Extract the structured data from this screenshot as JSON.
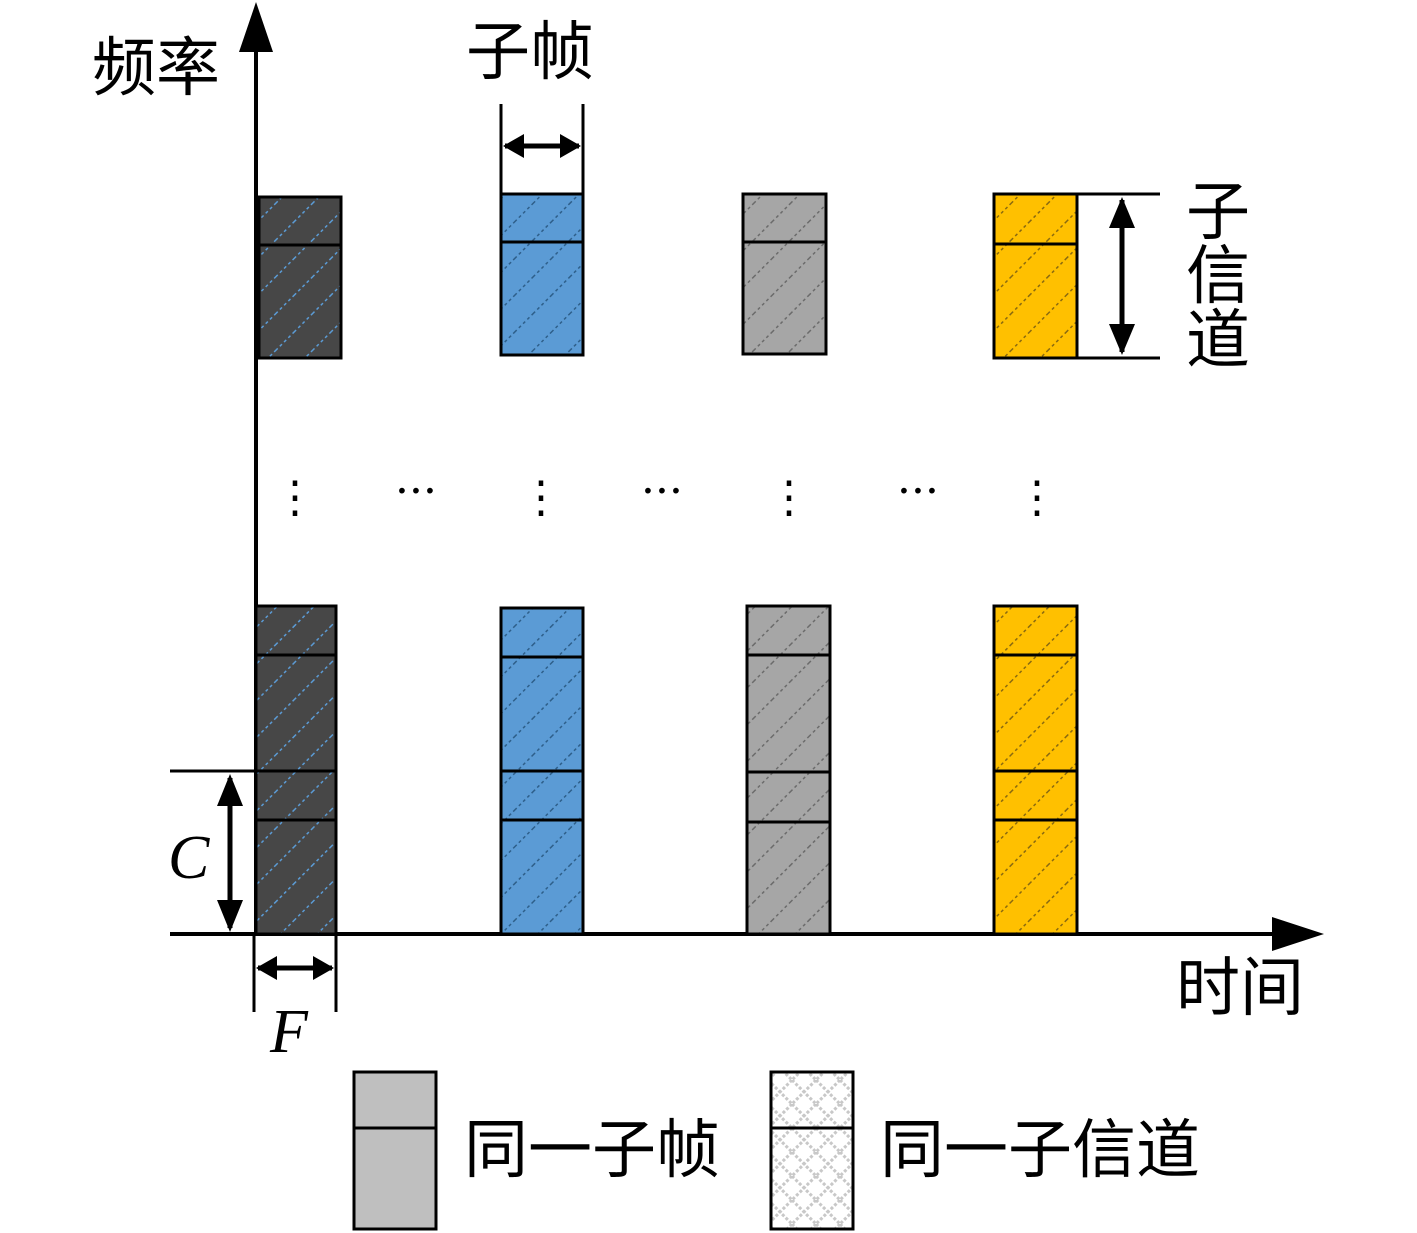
{
  "axes": {
    "y_label": "频率",
    "x_label": "时间"
  },
  "annotations": {
    "subframe_label": "子帧",
    "subchannel_label_chars": [
      "子",
      "信",
      "道"
    ],
    "c_label": "C",
    "f_label": "F"
  },
  "ellipsis": {
    "vertical": "⋮",
    "horizontal": "···"
  },
  "legend": {
    "items": [
      {
        "label": "同一子帧",
        "style": "solid-gray"
      },
      {
        "label": "同一子信道",
        "style": "crosshatch"
      }
    ]
  },
  "colors": {
    "dark": "#474747",
    "blue": "#5b9bd5",
    "gray": "#a6a6a6",
    "gold": "#ffc000",
    "legend_gray": "#bfbfbf"
  }
}
